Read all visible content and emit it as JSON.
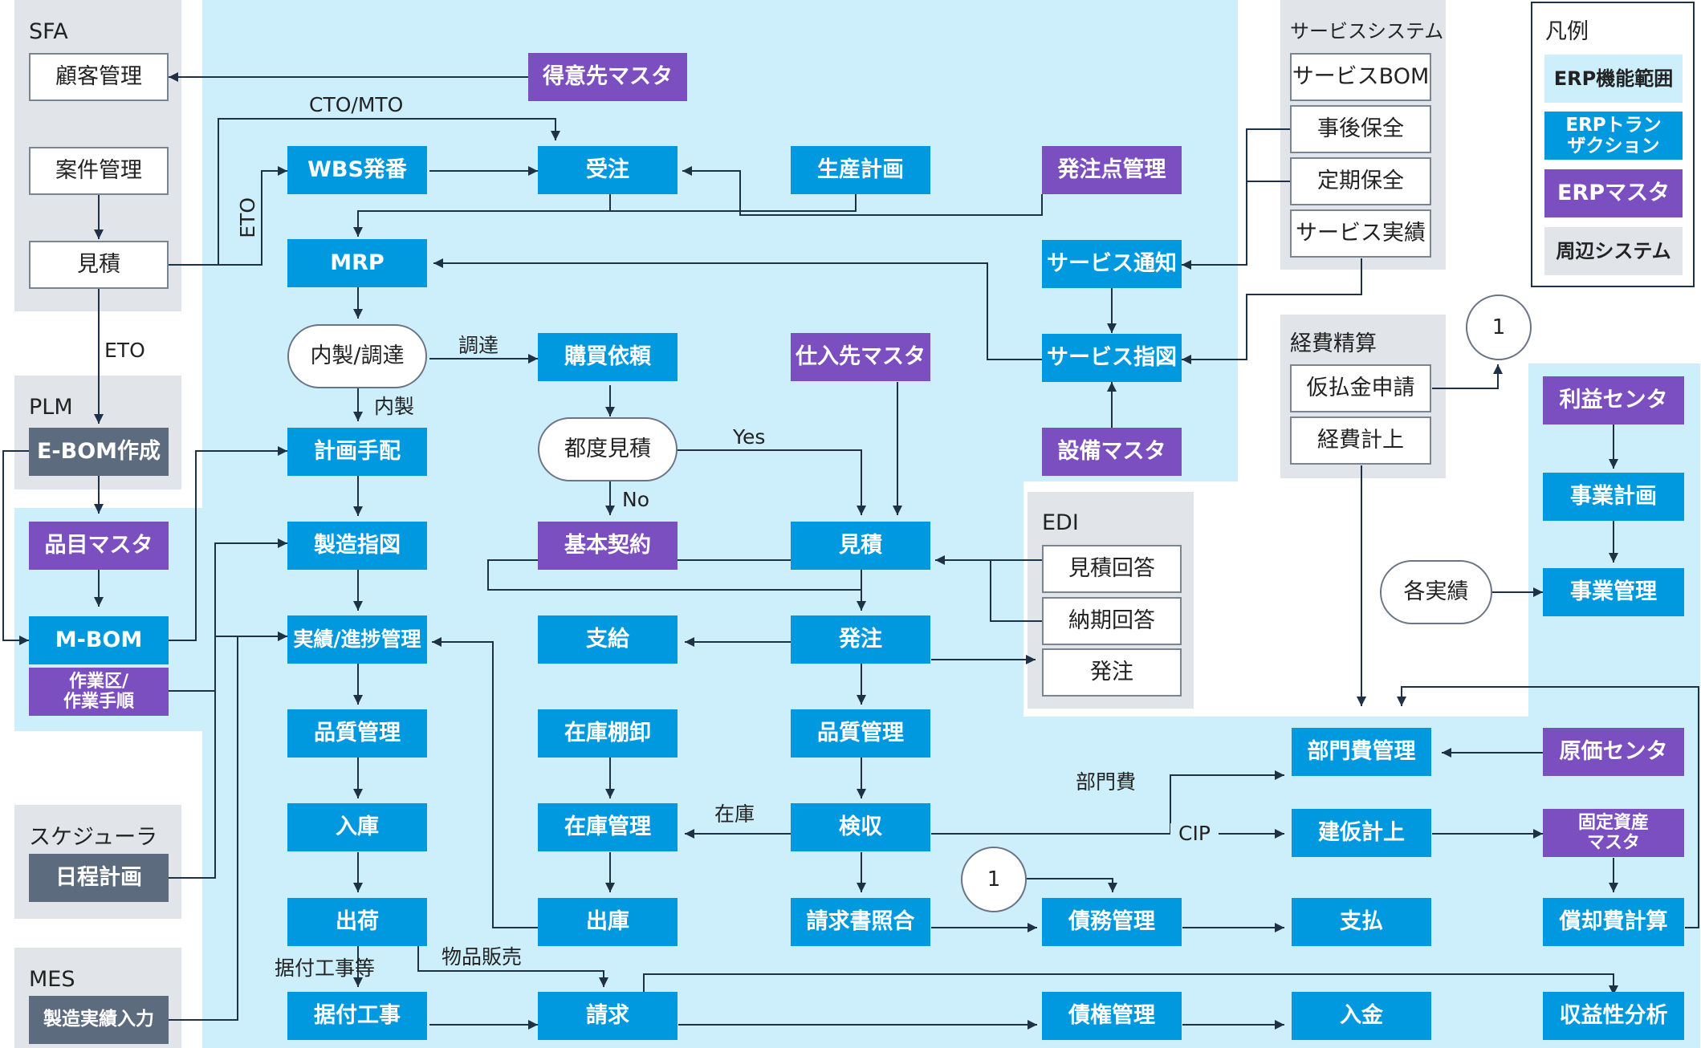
{
  "colors": {
    "erp_scope": "#cdeefb",
    "erp_transaction": "#0099e0",
    "erp_master": "#7b4fc0",
    "peripheral_bg": "#e1e4e8",
    "peripheral_box": "#5d6b7f",
    "line": "#1f3146"
  },
  "groups": {
    "sfa": "SFA",
    "plm": "PLM",
    "scheduler": "スケジューラ",
    "mes": "MES",
    "service": "サービスシステム",
    "edi": "EDI",
    "expense": "経費精算"
  },
  "legend": {
    "title": "凡例",
    "scope": "ERP機能範囲",
    "transaction": "ERPトラン\nザクション",
    "master": "ERPマスタ",
    "peripheral": "周辺システム"
  },
  "left": {
    "customer": "顧客管理",
    "project": "案件管理",
    "quote": "見積",
    "ebom": "E-BOM作成",
    "item_master": "品目マスタ",
    "mbom": "M-BOM",
    "routing": "作業区/\n作業手順",
    "schedule": "日程計画",
    "mes_input": "製造実績入力"
  },
  "prod": {
    "wbs": "WBS発番",
    "mrp": "MRP",
    "make_buy": "内製/調達",
    "plan": "計画手配",
    "mfg_order": "製造指図",
    "progress": "実績/進捗管理",
    "quality": "品質管理",
    "receive": "入庫",
    "ship": "出荷",
    "install": "据付工事"
  },
  "center": {
    "customer_master": "得意先マスタ",
    "order": "受注",
    "purchase_req": "購買依頼",
    "per_quote": "都度見積",
    "contract": "基本契約",
    "supply": "支給",
    "stocktake": "在庫棚卸",
    "inventory": "在庫管理",
    "issue": "出庫",
    "billing": "請求"
  },
  "purchase": {
    "prod_plan": "生産計画",
    "supplier_master": "仕入先マスタ",
    "quote": "見積",
    "po": "発注",
    "quality": "品質管理",
    "inspection": "検収",
    "invoice_match": "請求書照合"
  },
  "service": {
    "reorder": "発注点管理",
    "notice": "サービス通知",
    "order": "サービス指図",
    "equip_master": "設備マスタ",
    "bom": "サービスBOM",
    "corrective": "事後保全",
    "preventive": "定期保全",
    "actual": "サービス実績"
  },
  "edi": {
    "quote_reply": "見積回答",
    "delivery_reply": "納期回答",
    "po": "発注"
  },
  "expense": {
    "advance": "仮払金申請",
    "booking": "経費計上"
  },
  "finance": {
    "payable": "債務管理",
    "payment": "支払",
    "receivable": "債権管理",
    "deposit": "入金",
    "dept_cost": "部門費管理",
    "cip_booking": "建仮計上",
    "profit_center": "利益センタ",
    "biz_plan": "事業計画",
    "results": "各実績",
    "biz_mgmt": "事業管理",
    "cost_center": "原価センタ",
    "fixed_asset": "固定資産\nマスタ",
    "depreciation": "償却費計算",
    "profitability": "収益性分析"
  },
  "connectors": {
    "c1_top": "1",
    "c1_bottom": "1"
  },
  "labels": {
    "cto_mto": "CTO/MTO",
    "eto_h": "ETO",
    "eto_v": "ETO",
    "procure": "調達",
    "make": "内製",
    "yes": "Yes",
    "no": "No",
    "stock": "在庫",
    "dept_cost": "部門費",
    "cip": "CIP",
    "install_work": "据付工事等",
    "goods_sale": "物品販売"
  }
}
